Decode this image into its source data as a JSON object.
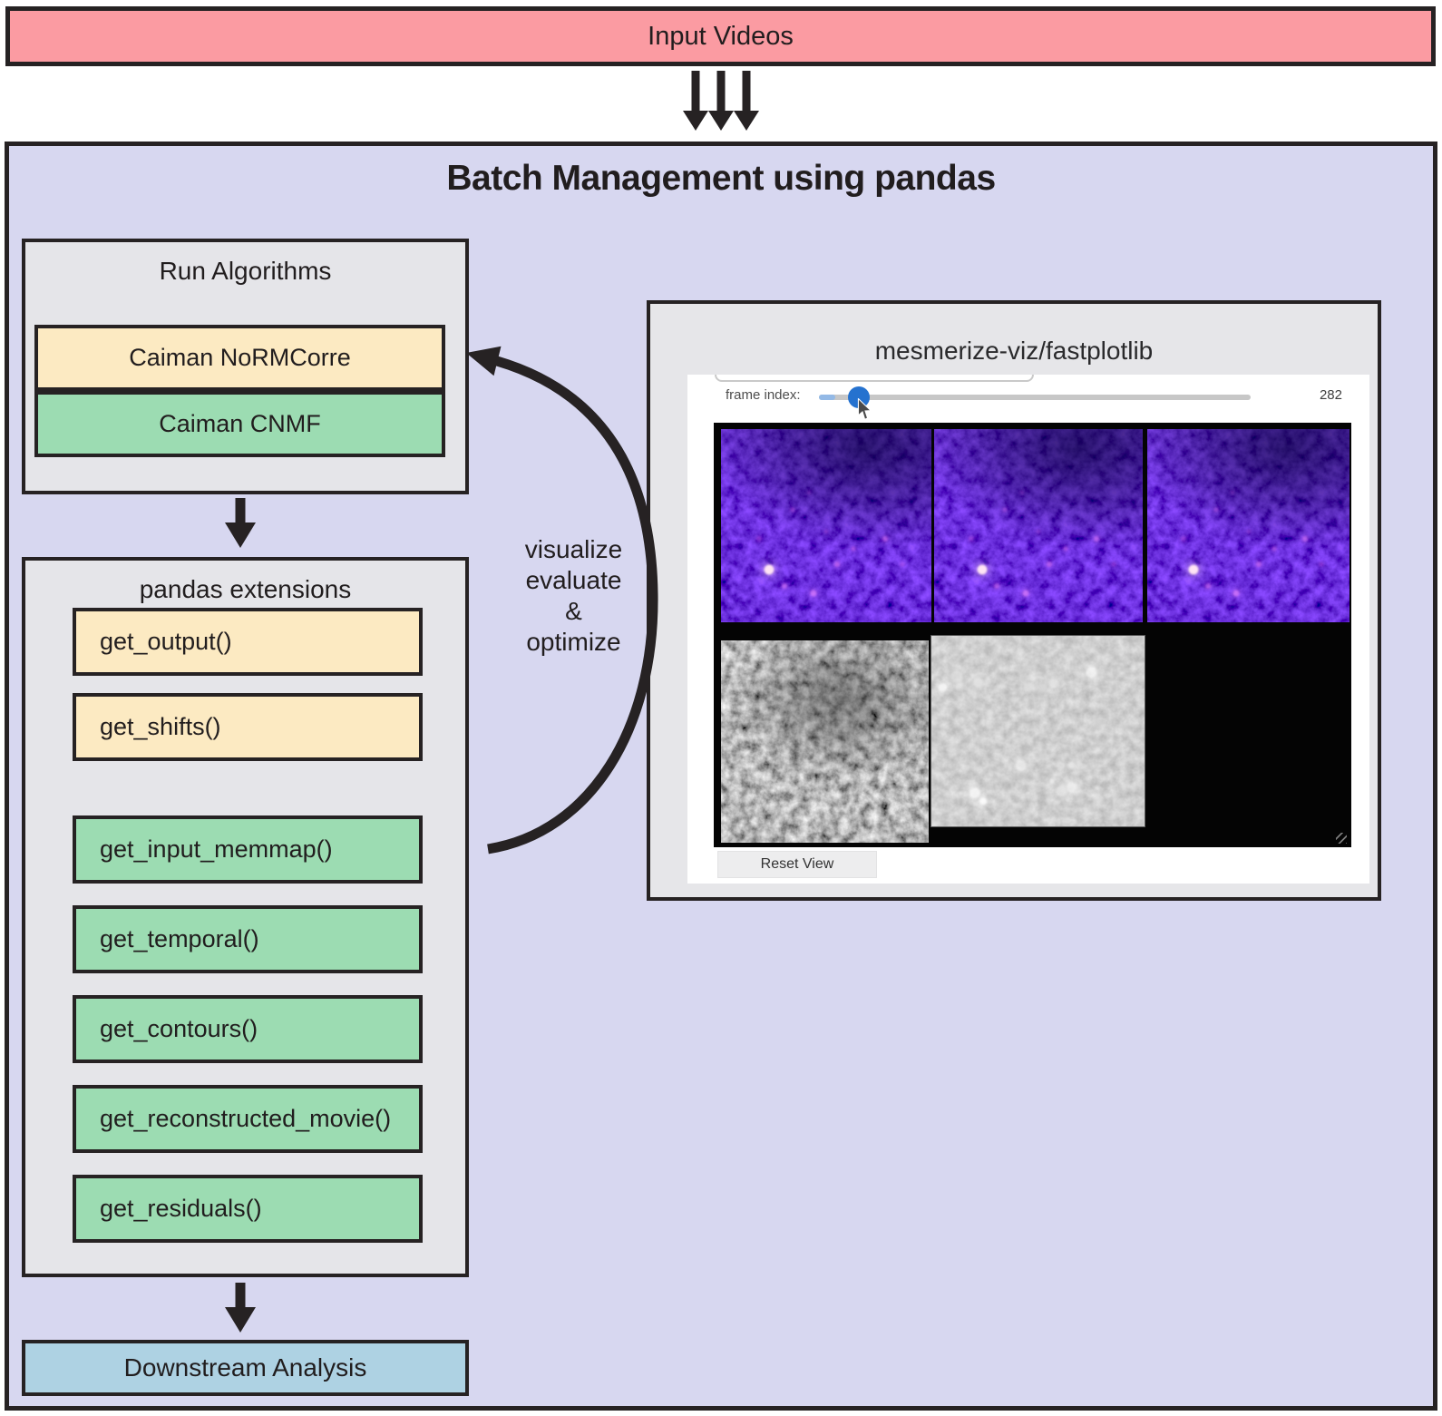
{
  "colors": {
    "pink": "#fb9ba2",
    "lavender": "#d7d7f0",
    "panel_gray": "#e5e5e9",
    "yellow": "#fceac2",
    "green": "#9cdcb2",
    "light_blue": "#aed2e3",
    "border": "#262223",
    "slider_blue": "#2572cf"
  },
  "input_videos": {
    "label": "Input Videos"
  },
  "batch": {
    "title": "Batch Management using pandas",
    "run_algorithms": {
      "title": "Run Algorithms",
      "items": [
        {
          "label": "Caiman NoRMCorre",
          "color_class": "yellow"
        },
        {
          "label": "Caiman CNMF",
          "color_class": "green"
        }
      ]
    },
    "pandas_extensions": {
      "title": "pandas extensions",
      "yellow_items": [
        {
          "label": "get_output()",
          "color_class": "yellow"
        },
        {
          "label": "get_shifts()",
          "color_class": "yellow"
        }
      ],
      "green_items": [
        {
          "label": "get_input_memmap()",
          "color_class": "green"
        },
        {
          "label": "get_temporal()",
          "color_class": "green"
        },
        {
          "label": "get_contours()",
          "color_class": "green"
        },
        {
          "label": "get_reconstructed_movie()",
          "color_class": "green"
        },
        {
          "label": "get_residuals()",
          "color_class": "green"
        }
      ]
    },
    "loop_label": {
      "lines": [
        "visualize",
        "evaluate",
        "&",
        "optimize"
      ]
    },
    "downstream": {
      "label": "Downstream Analysis"
    }
  },
  "viz": {
    "title": "mesmerize-viz/fastplotlib",
    "slider": {
      "label": "frame index:",
      "value": "282"
    },
    "reset_button": "Reset View"
  }
}
